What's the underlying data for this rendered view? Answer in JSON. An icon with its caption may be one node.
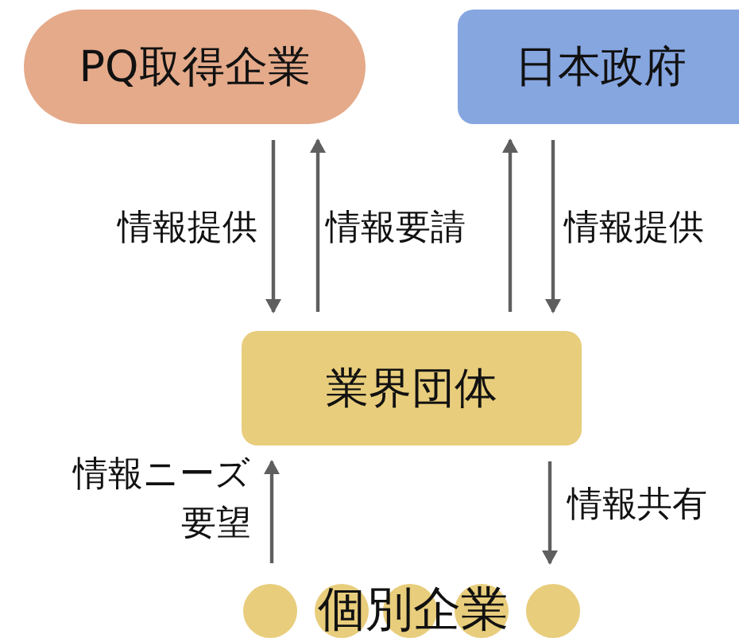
{
  "diagram": {
    "nodes": [
      {
        "text": [
          "PQ取得企業"
        ]
      },
      {
        "text": [
          "日本政府"
        ]
      },
      {
        "text": [
          "業界団体"
        ]
      },
      {
        "text": [
          "個別企業"
        ]
      }
    ],
    "edges": [
      {
        "from": 0,
        "to": 2,
        "arrow": "to",
        "label": "情報提供"
      },
      {
        "from": 2,
        "to": 0,
        "arrow": "to"
      },
      {
        "from": 2,
        "to": 1,
        "arrow": "to"
      },
      {
        "from": 1,
        "to": 2,
        "arrow": "to",
        "label": "情報提供"
      },
      {
        "from": 3,
        "to": 2,
        "arrow": "to",
        "label": "情報ニーズ要望"
      },
      {
        "from": 2,
        "to": 3,
        "arrow": "to",
        "label": "情報共有"
      }
    ],
    "labels": [
      "情報要請"
    ]
  }
}
